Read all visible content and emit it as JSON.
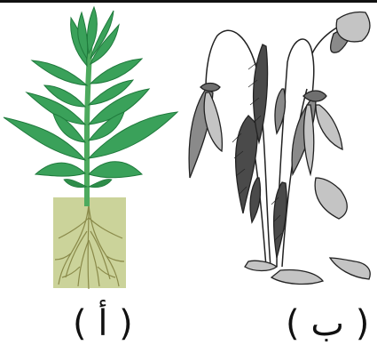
{
  "panels": [
    {
      "id": "a",
      "caption": "( أ )"
    },
    {
      "id": "b",
      "caption": "( ب )"
    }
  ],
  "colors": {
    "leaf_green": "#3aa15a",
    "leaf_dark": "#1f7a3c",
    "stem_green": "#4daa5e",
    "soil_block": "#cbd39a",
    "roots": "#8a8a4a",
    "wilted_dark": "#4a4a4a",
    "wilted_mid": "#8a8a8a",
    "wilted_light": "#c4c4c4",
    "outline": "#222222"
  },
  "icons": [
    "healthy-plant-illustration",
    "wilted-plant-illustration"
  ]
}
